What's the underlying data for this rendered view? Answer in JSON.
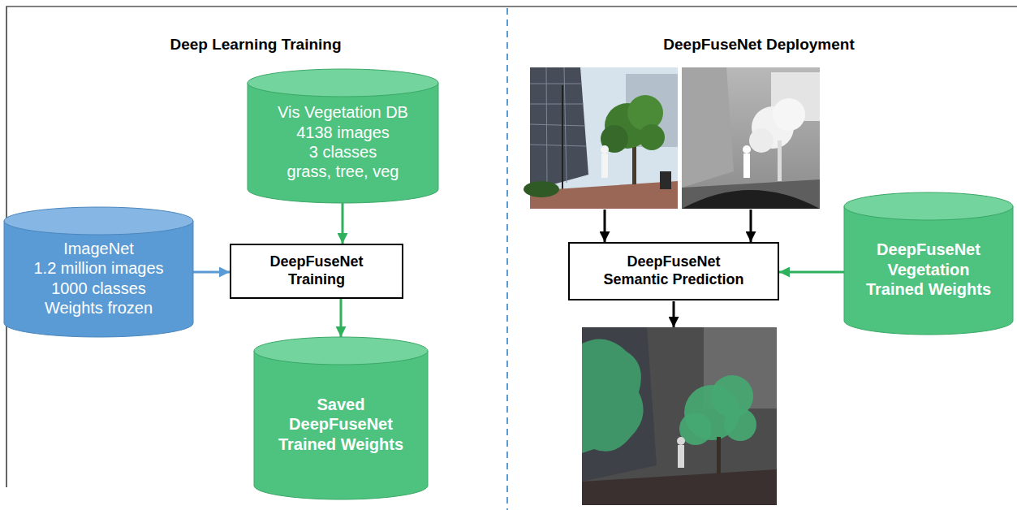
{
  "diagram": {
    "nodes": [
      {
        "text": [
          "Vis Vegetation DB",
          "4138 images",
          "3 classes",
          "grass, tree, veg"
        ]
      },
      {
        "text": [
          "ImageNet",
          "1.2 million images",
          "1000 classes",
          "Weights frozen"
        ]
      },
      {
        "text": [
          "DeepFuseNet Training"
        ]
      },
      {
        "text": [
          "Saved DeepFuseNet Trained Weights"
        ]
      },
      {
        "text": [
          "DeepFuseNet Semantic Prediction"
        ]
      },
      {
        "text": [
          "DeepFuseNet Vegetation Trained Weights"
        ]
      }
    ],
    "edges": [
      {
        "from": 0,
        "to": 2,
        "arrow": "to"
      },
      {
        "from": 1,
        "to": 2,
        "arrow": "to"
      },
      {
        "from": 2,
        "to": 3,
        "arrow": "to"
      },
      {
        "from": 5,
        "to": 4,
        "arrow": "to"
      }
    ],
    "labels": [
      "Deep Learning Training",
      "DeepFuseNet Deployment"
    ]
  }
}
